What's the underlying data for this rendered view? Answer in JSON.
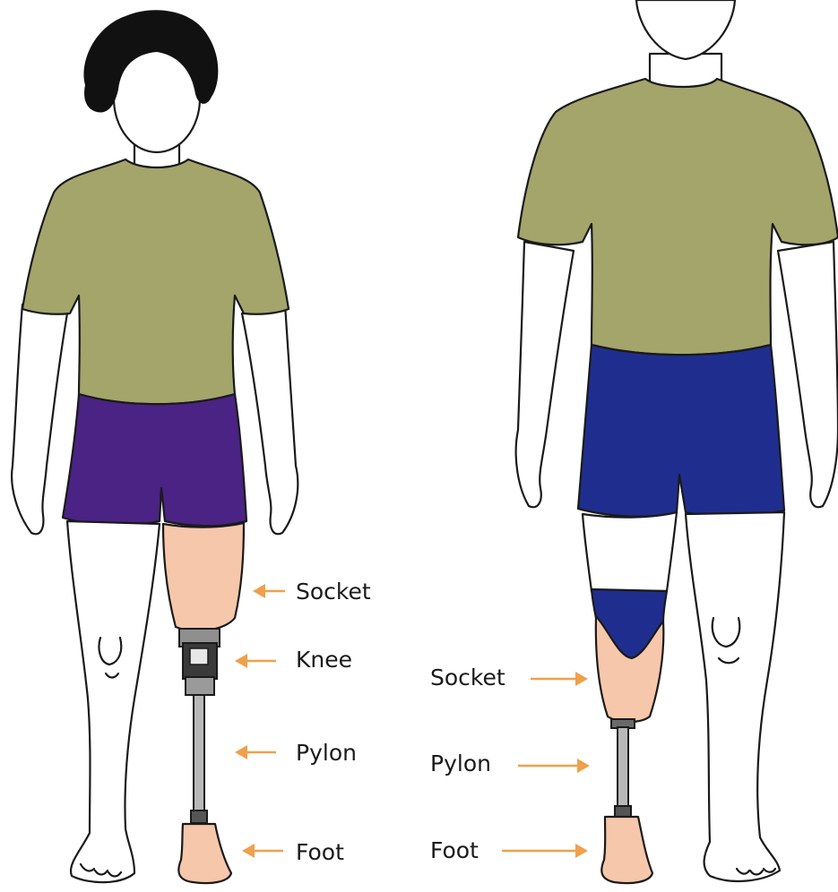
{
  "colors": {
    "shirt": "#a3a56b",
    "shorts_left": "#4a2384",
    "shorts_right": "#1f2e8e",
    "socket": "#f7c7ab",
    "arrow": "#f0a04b",
    "hair": "#111111"
  },
  "left_figure": {
    "labels": {
      "socket": "Socket",
      "knee": "Knee",
      "pylon": "Pylon",
      "foot": "Foot"
    }
  },
  "right_figure": {
    "labels": {
      "socket": "Socket",
      "pylon": "Pylon",
      "foot": "Foot"
    }
  }
}
